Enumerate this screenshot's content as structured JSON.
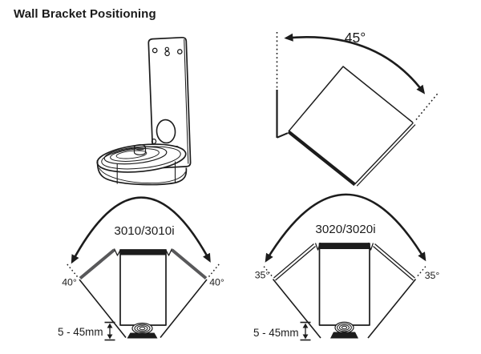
{
  "title": "Wall Bracket Positioning",
  "colors": {
    "line": "#1c1c1c",
    "accent_gray": "#58585a",
    "background": "#ffffff"
  },
  "rotation_diagram": {
    "angle_label": "45°"
  },
  "model_3010": {
    "model_label": "3010/3010i",
    "left_angle_label": "40°",
    "right_angle_label": "40°",
    "distance_label": "5 - 45mm"
  },
  "model_3020": {
    "model_label": "3020/3020i",
    "left_angle_label": "35°",
    "right_angle_label": "35°",
    "distance_label": "5 - 45mm"
  }
}
